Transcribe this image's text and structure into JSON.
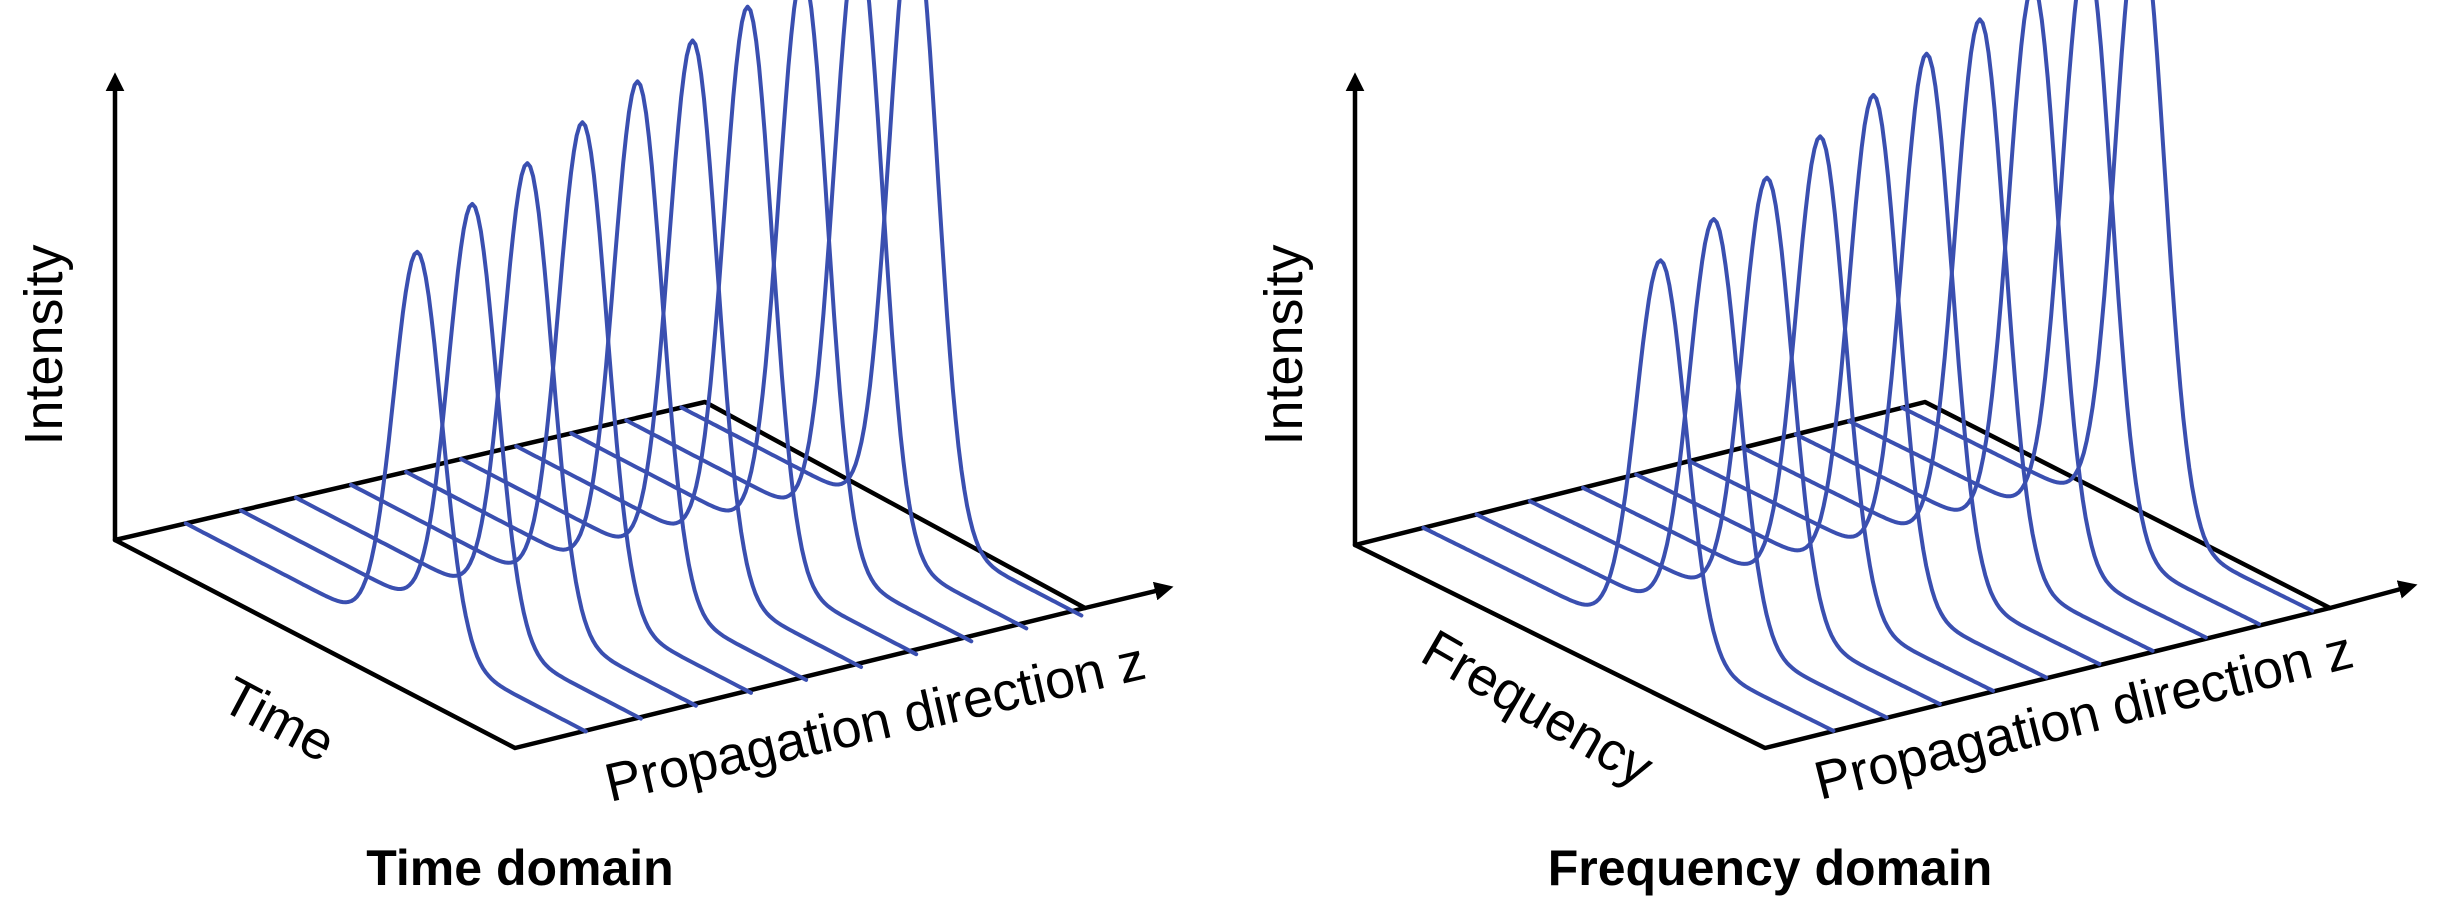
{
  "panels": [
    {
      "id": "time",
      "y_label": "Intensity",
      "depth_label": "Time",
      "z_label": "Propagation direction z",
      "title": "Time domain",
      "pulse_heights": [
        0.56,
        0.61,
        0.65,
        0.69,
        0.73,
        0.77,
        0.8,
        0.83,
        0.86,
        0.88
      ],
      "pulse_widths": [
        1,
        1,
        1,
        1,
        1,
        1,
        1,
        1,
        1,
        1
      ]
    },
    {
      "id": "frequency",
      "y_label": "Intensity",
      "depth_label": "Frequency",
      "z_label": "Propagation direction z",
      "title": "Frequency domain",
      "pulse_heights": [
        0.55,
        0.59,
        0.63,
        0.67,
        0.71,
        0.75,
        0.78,
        0.81,
        0.84,
        0.87
      ],
      "pulse_widths": [
        1,
        1,
        1,
        1,
        1,
        1,
        1,
        1,
        1,
        1
      ]
    }
  ],
  "colors": {
    "pulse": "#3a4fb0",
    "axis": "#000000"
  }
}
